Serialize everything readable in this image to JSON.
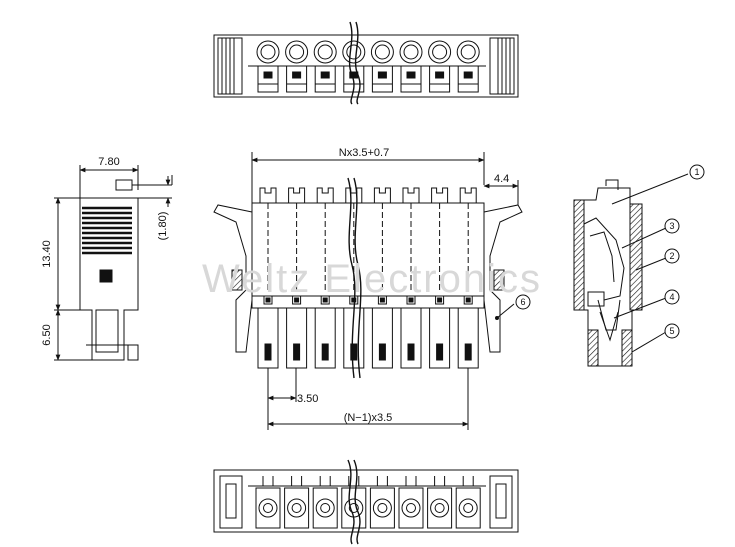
{
  "pin_count": 8,
  "dimensions": {
    "overall_width": "Nx3.5+0.7",
    "ear_offset": "4.4",
    "pitch": "3.50",
    "span": "(N−1)x3.5",
    "side_width": "7.80",
    "body_height": "13.40",
    "lower_height": "6.50",
    "top_offset": "(1.80)"
  },
  "callouts": [
    "1",
    "2",
    "3",
    "4",
    "5",
    "6"
  ],
  "watermark": "Weltz Electronics",
  "colors": {
    "line": "#111111",
    "watermark": "#d8d8d8"
  }
}
